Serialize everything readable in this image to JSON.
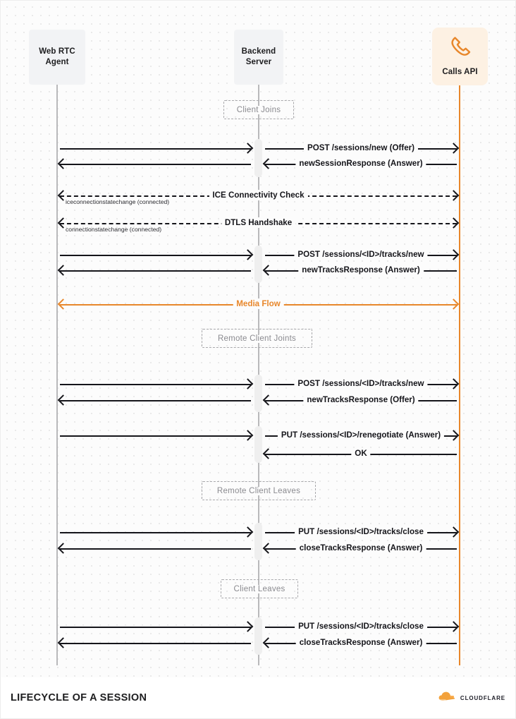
{
  "diagram": {
    "title": "LIFECYCLE OF A SESSION",
    "brand": "CLOUDFLARE",
    "colors": {
      "accent": "#e8872b",
      "lifeline": "#b9b9bb",
      "message": "#15151a",
      "group_label": "#8a8a8f",
      "actor_box": "#f2f3f5",
      "accent_box": "#fdf1e3"
    },
    "actors": [
      {
        "id": "webrtc",
        "label": "Web RTC\nAgent",
        "line1": "Web RTC",
        "line2": "Agent",
        "style": "plain"
      },
      {
        "id": "backend",
        "label": "Backend\nServer",
        "line1": "Backend",
        "line2": "Server",
        "style": "plain"
      },
      {
        "id": "calls",
        "label": "Calls API",
        "line1": "Calls API",
        "line2": "",
        "style": "accent",
        "icon": "phone-icon"
      }
    ],
    "groups": [
      {
        "id": "client-joins",
        "label": "Client Joins"
      },
      {
        "id": "remote-client-joints",
        "label": "Remote Client Joints"
      },
      {
        "id": "remote-client-leaves",
        "label": "Remote Client Leaves"
      },
      {
        "id": "client-leaves",
        "label": "Client Leaves"
      }
    ],
    "messages": [
      {
        "id": "m1",
        "span": "left",
        "dir": "right",
        "style": "solid",
        "label": ""
      },
      {
        "id": "m2",
        "span": "right",
        "dir": "right",
        "style": "solid",
        "label": "POST /sessions/new (Offer)"
      },
      {
        "id": "m3",
        "span": "left",
        "dir": "left",
        "style": "solid",
        "label": ""
      },
      {
        "id": "m4",
        "span": "right",
        "dir": "left",
        "style": "solid",
        "label": "newSessionResponse (Answer)"
      },
      {
        "id": "m5",
        "span": "full",
        "dir": "both",
        "style": "dashed",
        "label": "ICE Connectivity Check",
        "sub": "iceconnectionstatechange (connected)"
      },
      {
        "id": "m6",
        "span": "full",
        "dir": "both",
        "style": "dashed",
        "label": "DTLS Handshake",
        "sub": "connectionstatechange (connected)"
      },
      {
        "id": "m7",
        "span": "left",
        "dir": "right",
        "style": "solid",
        "label": ""
      },
      {
        "id": "m8",
        "span": "right",
        "dir": "right",
        "style": "solid",
        "label": "POST /sessions/<ID>/tracks/new"
      },
      {
        "id": "m9",
        "span": "left",
        "dir": "left",
        "style": "solid",
        "label": ""
      },
      {
        "id": "m10",
        "span": "right",
        "dir": "left",
        "style": "solid",
        "label": "newTracksResponse (Answer)"
      },
      {
        "id": "m11",
        "span": "full",
        "dir": "both",
        "style": "orange",
        "label": "Media Flow"
      },
      {
        "id": "m12",
        "span": "left",
        "dir": "right",
        "style": "solid",
        "label": ""
      },
      {
        "id": "m13",
        "span": "right",
        "dir": "right",
        "style": "solid",
        "label": "POST /sessions/<ID>/tracks/new"
      },
      {
        "id": "m14",
        "span": "left",
        "dir": "left",
        "style": "solid",
        "label": ""
      },
      {
        "id": "m15",
        "span": "right",
        "dir": "left",
        "style": "solid",
        "label": "newTracksResponse (Offer)"
      },
      {
        "id": "m16",
        "span": "left",
        "dir": "right",
        "style": "solid",
        "label": ""
      },
      {
        "id": "m17",
        "span": "right",
        "dir": "right",
        "style": "solid",
        "label": "PUT /sessions/<ID>/renegotiate (Answer)"
      },
      {
        "id": "m18",
        "span": "right",
        "dir": "left",
        "style": "solid",
        "label": "OK"
      },
      {
        "id": "m19",
        "span": "left",
        "dir": "right",
        "style": "solid",
        "label": ""
      },
      {
        "id": "m20",
        "span": "right",
        "dir": "right",
        "style": "solid",
        "label": "PUT /sessions/<ID>/tracks/close"
      },
      {
        "id": "m21",
        "span": "left",
        "dir": "left",
        "style": "solid",
        "label": ""
      },
      {
        "id": "m22",
        "span": "right",
        "dir": "left",
        "style": "solid",
        "label": "closeTracksResponse (Answer)"
      },
      {
        "id": "m23",
        "span": "left",
        "dir": "right",
        "style": "solid",
        "label": ""
      },
      {
        "id": "m24",
        "span": "right",
        "dir": "right",
        "style": "solid",
        "label": "PUT /sessions/<ID>/tracks/close"
      },
      {
        "id": "m25",
        "span": "left",
        "dir": "left",
        "style": "solid",
        "label": ""
      },
      {
        "id": "m26",
        "span": "right",
        "dir": "left",
        "style": "solid",
        "label": "closeTracksResponse (Answer)"
      }
    ]
  }
}
